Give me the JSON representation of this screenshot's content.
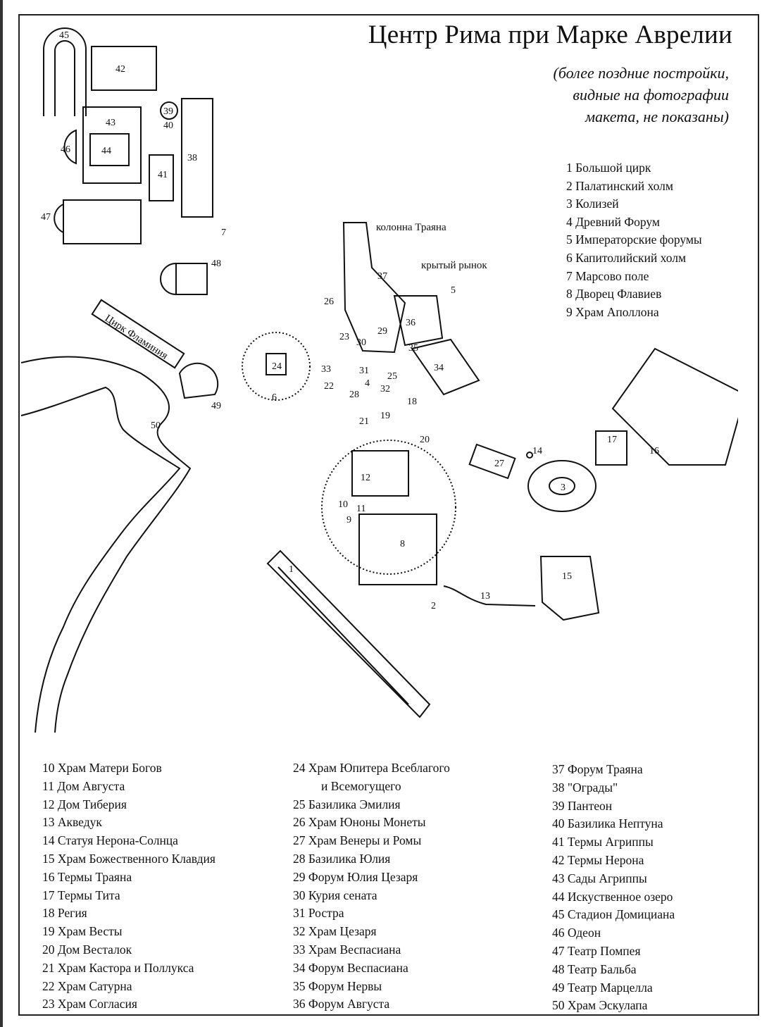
{
  "title": "Центр Рима при Марке Аврелии",
  "subtitle": [
    "(более поздние постройки,",
    "видные на фотографии",
    "макета, не показаны)"
  ],
  "legend_top": [
    "1 Большой цирк",
    "2 Палатинский холм",
    "3 Колизей",
    "4 Древний Форум",
    "5 Императорские форумы",
    "6 Капитолийский холм",
    "7 Марсово поле",
    "8 Дворец Флавиев",
    "9 Храм Аполлона"
  ],
  "legend_col1": [
    "10 Храм Матери Богов",
    "11 Дом Августа",
    "12 Дом Тиберия",
    "13 Акведук",
    "14 Статуя Нерона-Солнца",
    "15 Храм Божественного Клавдия",
    "16 Термы Траяна",
    "17 Термы Тита",
    "18 Регия",
    "19 Храм Весты",
    "20 Дом Весталок",
    "21 Храм Кастора и Поллукса",
    "22 Храм Сатурна",
    "23 Храм Согласия"
  ],
  "legend_col2": [
    "24 Храм Юпитера Всеблагого",
    "и Всемогущего",
    "25 Базилика Эмилия",
    "26 Храм Юноны Монеты",
    "27 Храм Венеры и Ромы",
    "28 Базилика Юлия",
    "29 Форум Юлия Цезаря",
    "30 Курия сената",
    "31 Ростра",
    "32 Храм Цезаря",
    "33 Храм Веспасиана",
    "34 Форум Веспасиана",
    "35 Форум Нервы",
    "36 Форум Августа"
  ],
  "legend_col3": [
    "37 Форум Траяна",
    "38 \"Ограды\"",
    "39 Пантеон",
    "40 Базилика Нептуна",
    "41 Термы Агриппы",
    "42 Термы Нерона",
    "43 Сады Агриппы",
    "44 Искуственное озеро",
    "45 Стадион Домициана",
    "46 Одеон",
    "47 Театр Помпея",
    "48 Театр Бальба",
    "49 Театр Марцелла",
    "50 Храм Эскулапа"
  ],
  "map_labels": {
    "column_trajan": "колонна Траяна",
    "covered_market": "крытый рынок",
    "circus_flaminius": "Цирк Фламиния"
  },
  "map_numbers": [
    "1",
    "2",
    "3",
    "4",
    "5",
    "6",
    "7",
    "8",
    "9",
    "10",
    "11",
    "12",
    "13",
    "14",
    "15",
    "16",
    "17",
    "18",
    "19",
    "20",
    "21",
    "22",
    "23",
    "24",
    "25",
    "26",
    "27",
    "28",
    "29",
    "30",
    "31",
    "32",
    "33",
    "34",
    "35",
    "36",
    "37",
    "38",
    "39",
    "40",
    "41",
    "42",
    "43",
    "44",
    "45",
    "46",
    "47",
    "48",
    "49",
    "50"
  ]
}
